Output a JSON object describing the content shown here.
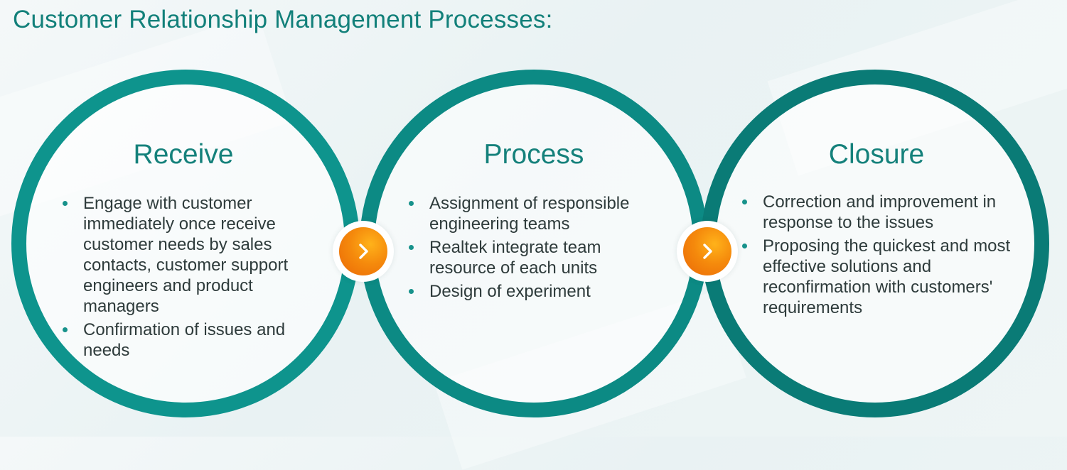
{
  "title": "Customer Relationship Management Processes:",
  "colors": {
    "title": "#12807a",
    "ring_1": "#0e948d",
    "ring_2": "#0c8a84",
    "ring_3": "#0a7b76",
    "arrow": "#f58a0c"
  },
  "stages": [
    {
      "title": "Receive",
      "bullets": [
        "Engage with customer immediately once receive customer needs by sales contacts, customer support engineers and product managers",
        "Confirmation of issues and needs"
      ]
    },
    {
      "title": "Process",
      "bullets": [
        "Assignment of responsible engineering teams",
        "Realtek integrate team resource of each units",
        "Design of experiment"
      ]
    },
    {
      "title": "Closure",
      "bullets": [
        "Correction and improvement in response to the issues",
        "Proposing the quickest and most effective solutions and reconfirmation with customers' requirements"
      ]
    }
  ],
  "connectors": [
    {
      "icon": "chevron-right-icon"
    },
    {
      "icon": "chevron-right-icon"
    }
  ]
}
